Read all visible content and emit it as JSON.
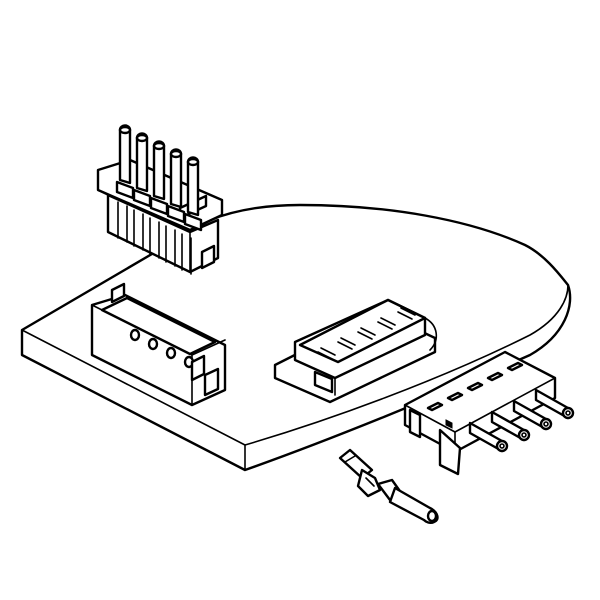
{
  "figure": {
    "description_visible_text": "",
    "parts": [
      {
        "name": "pcb-board"
      },
      {
        "name": "vertical-pin-header-connector",
        "pins": 5
      },
      {
        "name": "shrouded-wafer-header",
        "pins": 5
      },
      {
        "name": "right-angle-wafer-header",
        "pins": 5
      },
      {
        "name": "wire-to-board-housing",
        "pins": 5
      },
      {
        "name": "crimp-terminal-with-wire"
      }
    ]
  },
  "colors": {
    "stroke": "#000000",
    "fill": "#ffffff",
    "background": "#ffffff"
  }
}
